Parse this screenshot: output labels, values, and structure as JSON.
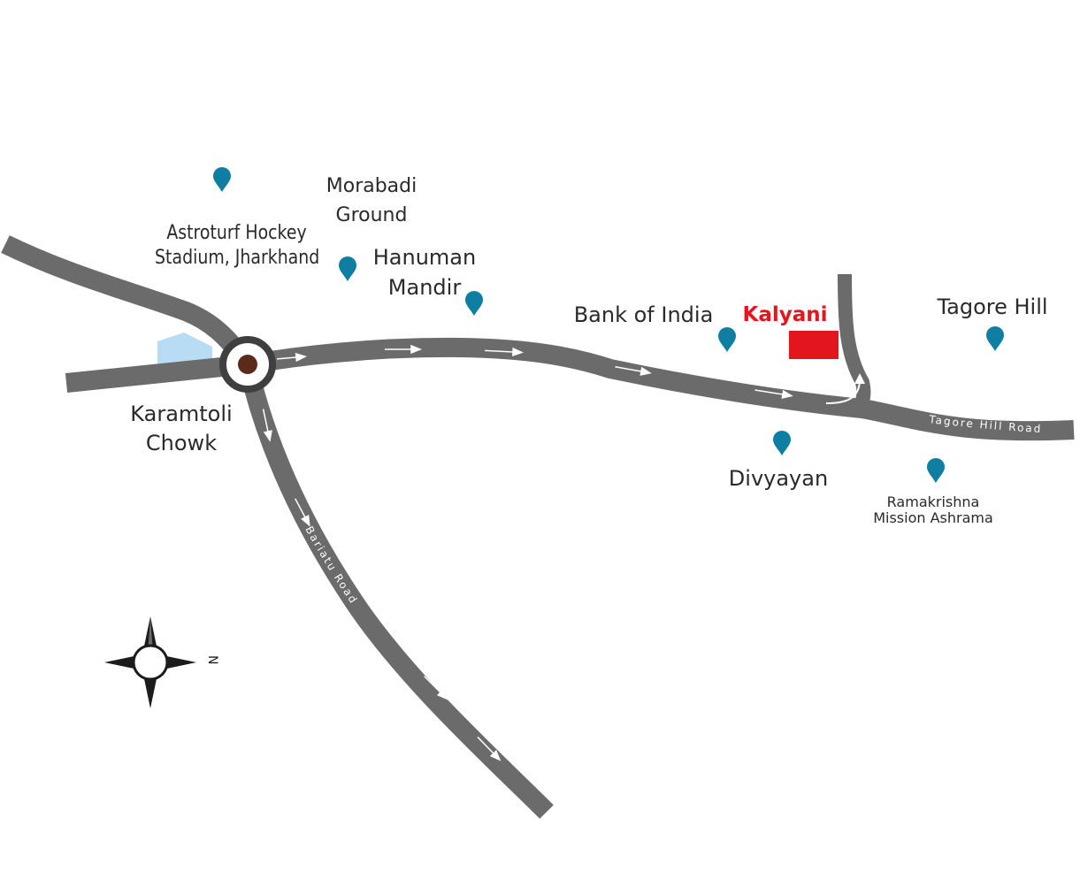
{
  "project": {
    "name": "Kalyani",
    "color": "#e3161d"
  },
  "junction": {
    "name_line1": "Karamtoli",
    "name_line2": "Chowk"
  },
  "roads": {
    "east": "Tagore Hill Road",
    "south": "Bariatu Road"
  },
  "landmarks": [
    {
      "id": "astroturf",
      "line1": "Astroturf Hockey",
      "line2": "Stadium, Jharkhand"
    },
    {
      "id": "morabadi",
      "line1": "Morabadi",
      "line2": "Ground"
    },
    {
      "id": "hanuman",
      "line1": "Hanuman",
      "line2": "Mandir"
    },
    {
      "id": "boi",
      "line1": "Bank of India"
    },
    {
      "id": "tagore",
      "line1": "Tagore Hill"
    },
    {
      "id": "divyayan",
      "line1": "Divyayan"
    },
    {
      "id": "ramakrishna",
      "line1": "Ramakrishna",
      "line2": "Mission Ashrama"
    }
  ],
  "compass": {
    "north_label": "N"
  },
  "colors": {
    "road": "#6b6b6c",
    "pin": "#0e7ea3",
    "water": "#b7dcf4",
    "roundabout": "#5b2a1a"
  },
  "icons": {
    "pin": "map-pin-icon",
    "compass": "compass-rose-icon",
    "arrow": "direction-arrow-icon"
  }
}
